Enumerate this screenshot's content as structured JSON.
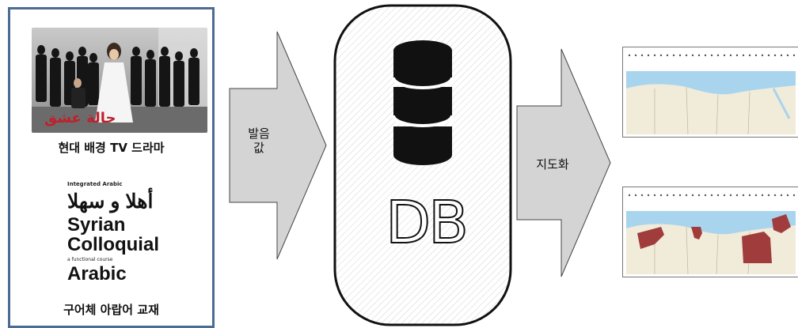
{
  "source": {
    "drama_title": "حالة عشق",
    "drama_caption": "현대 배경 TV 드라마",
    "book": {
      "subtitle_top": "Integrated Arabic",
      "arabic_title": "أهلا و سهلا",
      "title_line1": "Syrian",
      "title_line2": "Colloquial",
      "tagline": "a functional course",
      "title_line3": "Arabic"
    },
    "book_caption": "구어체 아랍어 교재"
  },
  "arrow1_label_line1": "발음",
  "arrow1_label_line2": "값",
  "db_label": "DB",
  "arrow2_label": "지도화",
  "colors": {
    "panel_border": "#4a6c95",
    "arrow_fill": "#d4d4d4",
    "db_black": "#111111",
    "map_sea": "#a9d4ee",
    "map_land": "#f1ebd9",
    "map_highlight": "#a03c3c"
  }
}
